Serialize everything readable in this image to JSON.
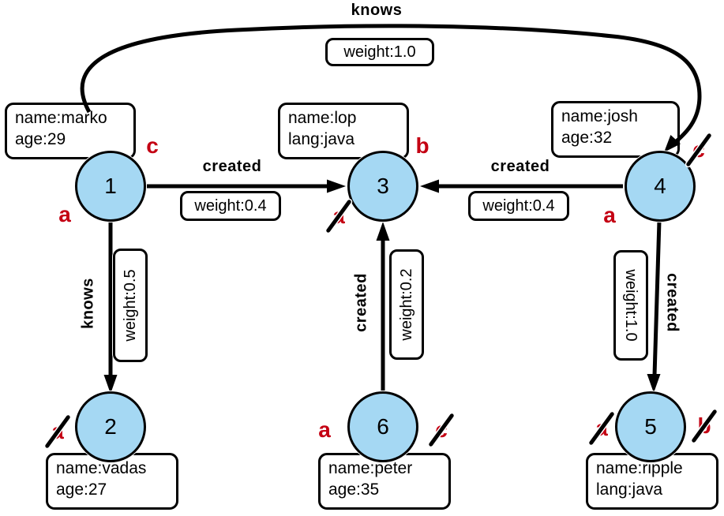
{
  "graph": {
    "title": "tinkerpop-modern-graph",
    "colors": {
      "node_fill": "#a5d8f3",
      "node_border": "#000000",
      "marker_red": "#c40013",
      "edge": "#000000",
      "box_background": "#ffffff"
    },
    "nodes": [
      {
        "id": "1",
        "line1": "name:marko",
        "line2": "age:29"
      },
      {
        "id": "2",
        "line1": "name:vadas",
        "line2": "age:27"
      },
      {
        "id": "3",
        "line1": "name:lop",
        "line2": "lang:java"
      },
      {
        "id": "4",
        "line1": "name:josh",
        "line2": "age:32"
      },
      {
        "id": "5",
        "line1": "name:ripple",
        "line2": "lang:java"
      },
      {
        "id": "6",
        "line1": "name:peter",
        "line2": "age:35"
      }
    ],
    "edges": [
      {
        "from": "1",
        "to": "4",
        "label": "knows",
        "weight": "weight:1.0"
      },
      {
        "from": "1",
        "to": "3",
        "label": "created",
        "weight": "weight:0.4"
      },
      {
        "from": "4",
        "to": "3",
        "label": "created",
        "weight": "weight:0.4"
      },
      {
        "from": "1",
        "to": "2",
        "label": "knows",
        "weight": "weight:0.5"
      },
      {
        "from": "6",
        "to": "3",
        "label": "created",
        "weight": "weight:0.2"
      },
      {
        "from": "4",
        "to": "5",
        "label": "created",
        "weight": "weight:1.0"
      }
    ],
    "markers": [
      {
        "node": "1",
        "label": "c",
        "struck": false
      },
      {
        "node": "1",
        "label": "a",
        "struck": false
      },
      {
        "node": "3",
        "label": "b",
        "struck": false
      },
      {
        "node": "3",
        "label": "a",
        "struck": true
      },
      {
        "node": "4",
        "label": "c",
        "struck": true
      },
      {
        "node": "4",
        "label": "a",
        "struck": false
      },
      {
        "node": "2",
        "label": "a",
        "struck": true
      },
      {
        "node": "6",
        "label": "a",
        "struck": false
      },
      {
        "node": "6",
        "label": "c",
        "struck": true
      },
      {
        "node": "5",
        "label": "a",
        "struck": true
      },
      {
        "node": "5",
        "label": "b",
        "struck": true
      }
    ]
  }
}
